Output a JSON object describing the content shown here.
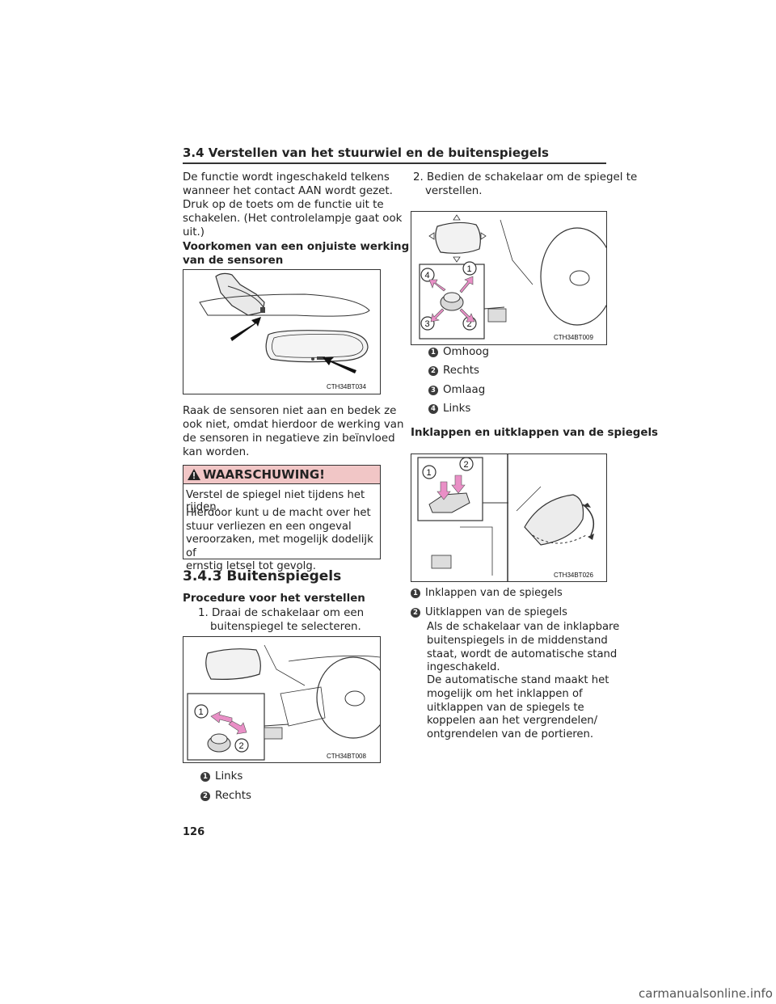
{
  "header": {
    "title": "3.4  Verstellen van het stuurwiel en de buitenspiegels"
  },
  "left": {
    "intro": [
      "De functie wordt ingeschakeld telkens",
      "wanneer het contact AAN wordt gezet.",
      "Druk op de toets om de functie uit te",
      "schakelen. (Het controlelampje gaat ook",
      "uit.)"
    ],
    "subheading": [
      "Voorkomen van een onjuiste werking",
      "van de sensoren"
    ],
    "fig1_caption": "CTH34BT034",
    "sensor_text": [
      "Raak de sensoren niet aan en bedek ze",
      "ook niet, omdat hierdoor de werking van",
      "de sensoren in negatieve zin beïnvloed",
      "kan worden."
    ],
    "warning": {
      "title": "WAARSCHUWING!",
      "line1": "Verstel de spiegel niet tijdens het rijden.",
      "body": [
        "Hierdoor kunt u de macht over het",
        "stuur verliezen en een ongeval",
        "veroorzaken, met mogelijk dodelijk of",
        "ernstig letsel tot gevolg."
      ]
    },
    "section_title": "3.4.3  Buitenspiegels",
    "procedure": "Procedure voor het verstellen",
    "step1": [
      "1. Draai de schakelaar om een",
      "buitenspiegel te selecteren."
    ],
    "fig2_caption": "CTH34BT008",
    "fig2_items": [
      {
        "n": "1",
        "label": "Links"
      },
      {
        "n": "2",
        "label": "Rechts"
      }
    ]
  },
  "right": {
    "step2": [
      "2. Bedien de schakelaar om de spiegel te",
      "verstellen."
    ],
    "fig3_caption": "CTH34BT009",
    "fig3_items": [
      {
        "n": "1",
        "label": "Omhoog"
      },
      {
        "n": "2",
        "label": "Rechts"
      },
      {
        "n": "3",
        "label": "Omlaag"
      },
      {
        "n": "4",
        "label": "Links"
      }
    ],
    "subheading": "Inklappen en uitklappen van de spiegels",
    "fig4_caption": "CTH34BT026",
    "fig4_items": [
      {
        "n": "1",
        "label": "Inklappen van de spiegels"
      },
      {
        "n": "2",
        "label": "Uitklappen van de spiegels"
      }
    ],
    "para1": [
      "Als de schakelaar van de inklapbare",
      "buitenspiegels in de middenstand",
      "staat, wordt de automatische stand",
      "ingeschakeld."
    ],
    "para2": [
      "De automatische stand maakt het",
      "mogelijk om het inklappen of",
      "uitklappen van de spiegels te",
      "koppelen aan het vergrendelen/",
      "ontgrendelen van de portieren."
    ]
  },
  "page_number": "126",
  "footer": "carmanualsonline.info"
}
